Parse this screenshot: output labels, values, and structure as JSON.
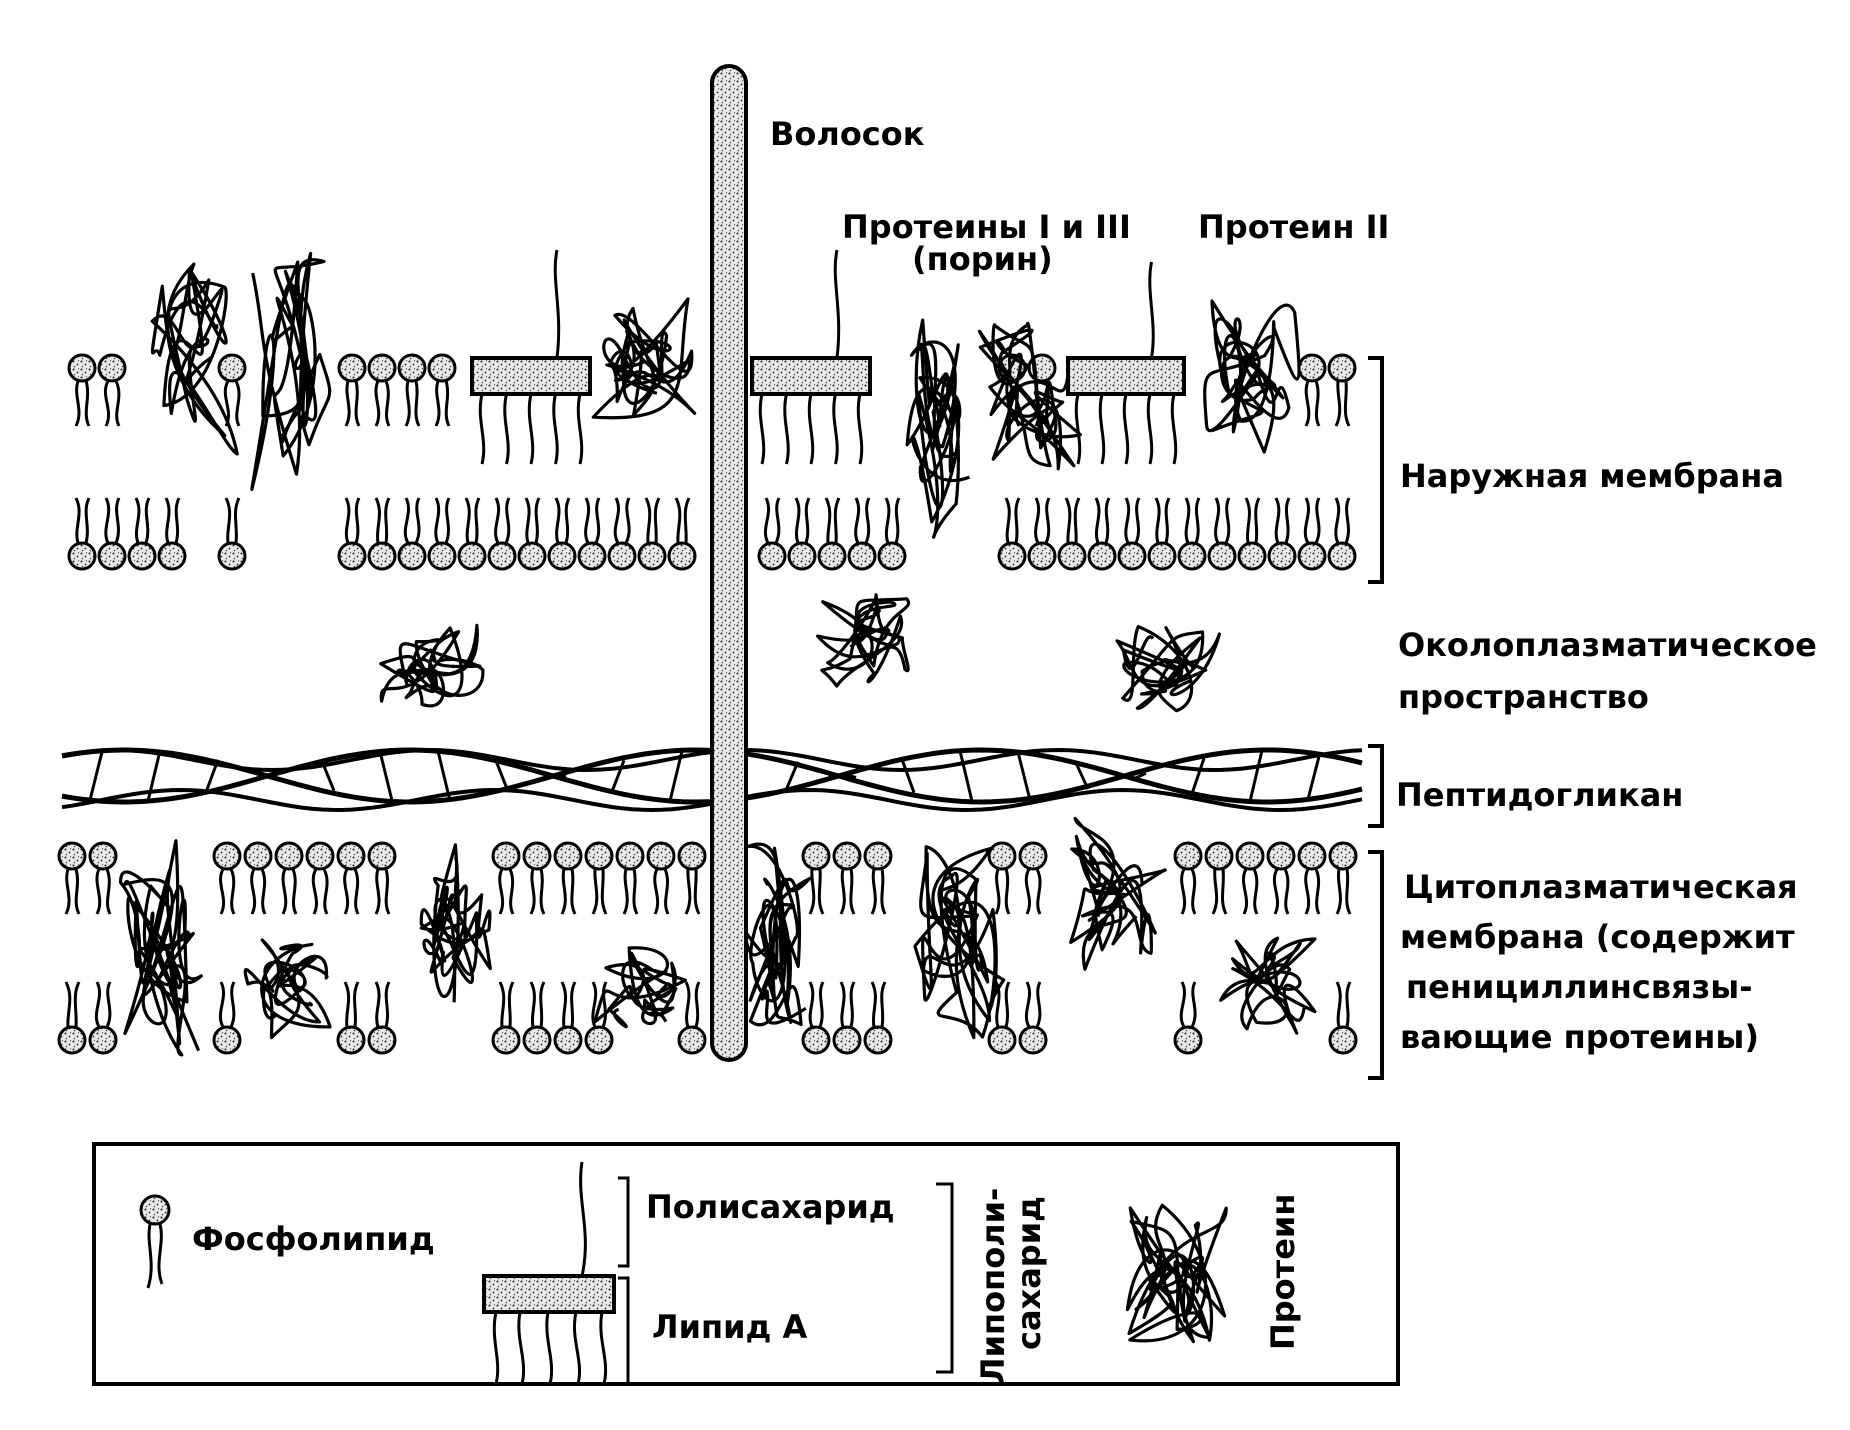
{
  "labels": {
    "hair": "Волосок",
    "proteins_1_3": "Протеины I и III",
    "porin": "(порин)",
    "protein_2": "Протеин II",
    "outer_membrane": "Наружная мембрана",
    "periplasm_1": "Околоплазматическое",
    "periplasm_2": "пространство",
    "peptidoglycan": "Пептидогликан",
    "cyto_1": "Цитоплазматическая",
    "cyto_2": "мембрана (содержит",
    "cyto_3": "пенициллинсвязы-",
    "cyto_4": "вающие протеины)"
  },
  "legend": {
    "phospholipid": "Фосфолипид",
    "polysaccharide": "Полисахарид",
    "lipid_a": "Липид А",
    "lps_1": "Липополи-",
    "lps_2": "сахарид",
    "protein": "Протеин"
  }
}
